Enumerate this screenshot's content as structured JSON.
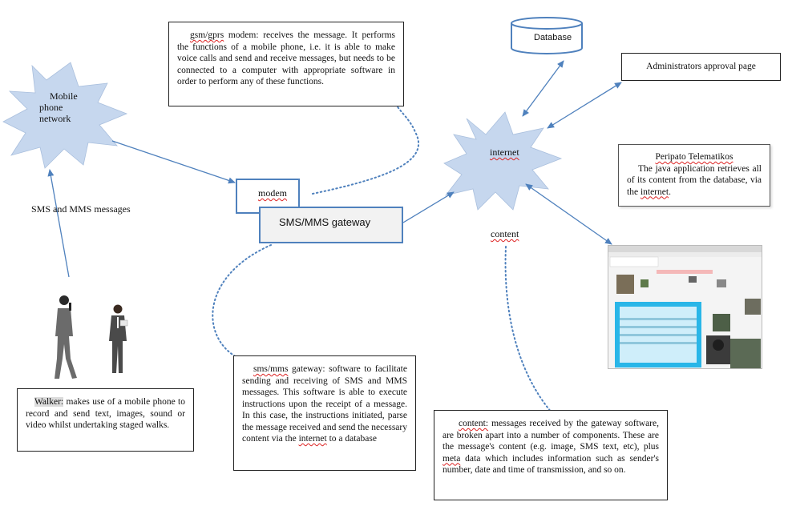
{
  "nodes": {
    "mobile_network": "Mobile phone network",
    "modem": "modem",
    "gateway": "SMS/MMS gateway",
    "internet": "internet",
    "database": "Database",
    "admin": "Administrators approval page",
    "content_label": "content",
    "sms_label": "SMS and MMS messages"
  },
  "mobile_network_lines": [
    "Mobile",
    "phone",
    "network"
  ],
  "notes": {
    "gsm": {
      "term": "gsm/gprs",
      "text": " modem: receives the message. It performs the functions of a mobile phone, i.e. it is able to make voice calls and send and receive messages, but needs to be connected to a computer with appropriate software in order to perform any of these functions."
    },
    "peripato": {
      "title": "Peripato Telematikos",
      "text_before": "The java application retrieves all of its content from the database, via the ",
      "link": "internet",
      "text_after": "."
    },
    "walker": {
      "term": "Walker:",
      "text": " makes use of a mobile phone to record and send text, images, sound or video whilst undertaking staged walks."
    },
    "smsmms": {
      "term": "sms/mms",
      "text_before": " gateway: software to facilitate sending and receiving of SMS and MMS messages. This software is able to execute instructions upon the receipt of a message. In this case, the instructions initiated, parse the message received and send the necessary content via the ",
      "link": "internet",
      "text_after": " to a database"
    },
    "content": {
      "term": "content:",
      "text_before": " messages received by the gateway software, are broken apart into a number of components. These are the message's content (e.g. image, SMS text, etc), plus ",
      "meta": "meta",
      "text_after": " data which includes information such as sender's number, date and time of transmission, and so on."
    }
  },
  "colors": {
    "starburst_fill": "#c6d7ee",
    "arrow": "#4f81bd",
    "box_border_blue": "#4f81bd",
    "gateway_fill": "#f2f2f2",
    "dotted": "#4f81bd",
    "squiggle": "#dd2222"
  },
  "icons": [
    "walker-woman-phone-icon",
    "walker-man-notepad-icon",
    "app-screenshot-thumbnail"
  ]
}
